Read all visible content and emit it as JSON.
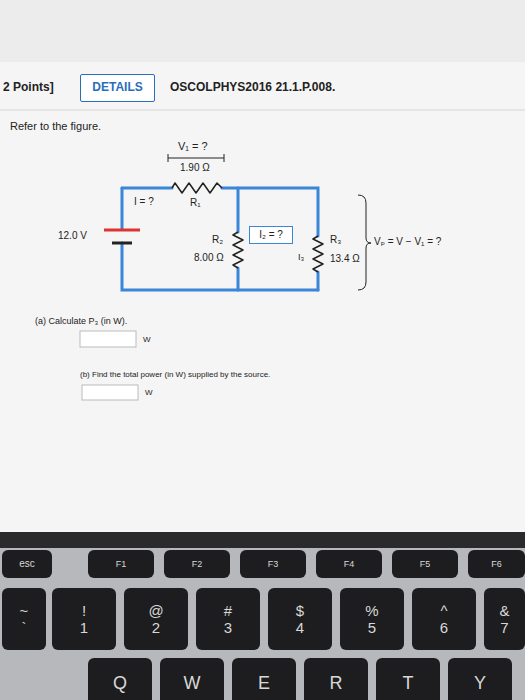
{
  "diagram": {
    "nodes": [
      {
        "text": [
          "DETAILS"
        ]
      },
      {
        "text": [
          "I₂ = ?"
        ]
      },
      {
        "text": [
          "esc"
        ]
      },
      {
        "text": [
          "F1"
        ]
      },
      {
        "text": [
          "F2"
        ]
      },
      {
        "text": [
          "F3"
        ]
      },
      {
        "text": [
          "F4"
        ]
      },
      {
        "text": [
          "F5"
        ]
      },
      {
        "text": [
          "F6"
        ]
      },
      {
        "text": [
          "~",
          "`"
        ]
      },
      {
        "text": [
          "!",
          "1"
        ]
      },
      {
        "text": [
          "@",
          "2"
        ]
      },
      {
        "text": [
          "#",
          "3"
        ]
      },
      {
        "text": [
          "$",
          "4"
        ]
      },
      {
        "text": [
          "%",
          "5"
        ]
      },
      {
        "text": [
          "^",
          "6"
        ]
      },
      {
        "text": [
          "&",
          "7"
        ]
      },
      {
        "text": [
          "Q"
        ]
      },
      {
        "text": [
          "W"
        ]
      },
      {
        "text": [
          "E"
        ]
      },
      {
        "text": [
          "R"
        ]
      },
      {
        "text": [
          "T"
        ]
      },
      {
        "text": [
          "Y"
        ]
      }
    ],
    "labels": [
      "2 Points]",
      "OSCOLPHYS2016 21.1.P.008.",
      "Refer to the figure.",
      "V₁ = ?",
      "1.90 Ω",
      "R₁",
      "I = ?",
      "12.0 V",
      "R₂",
      "8.00 Ω",
      "I₃",
      "R₃",
      "13.4 Ω",
      "Vₚ = V − V₁ = ?",
      "(a) Calculate P₃ (in W).",
      "W",
      "(b) Find the total power (in W) supplied by the source.",
      "W"
    ]
  }
}
